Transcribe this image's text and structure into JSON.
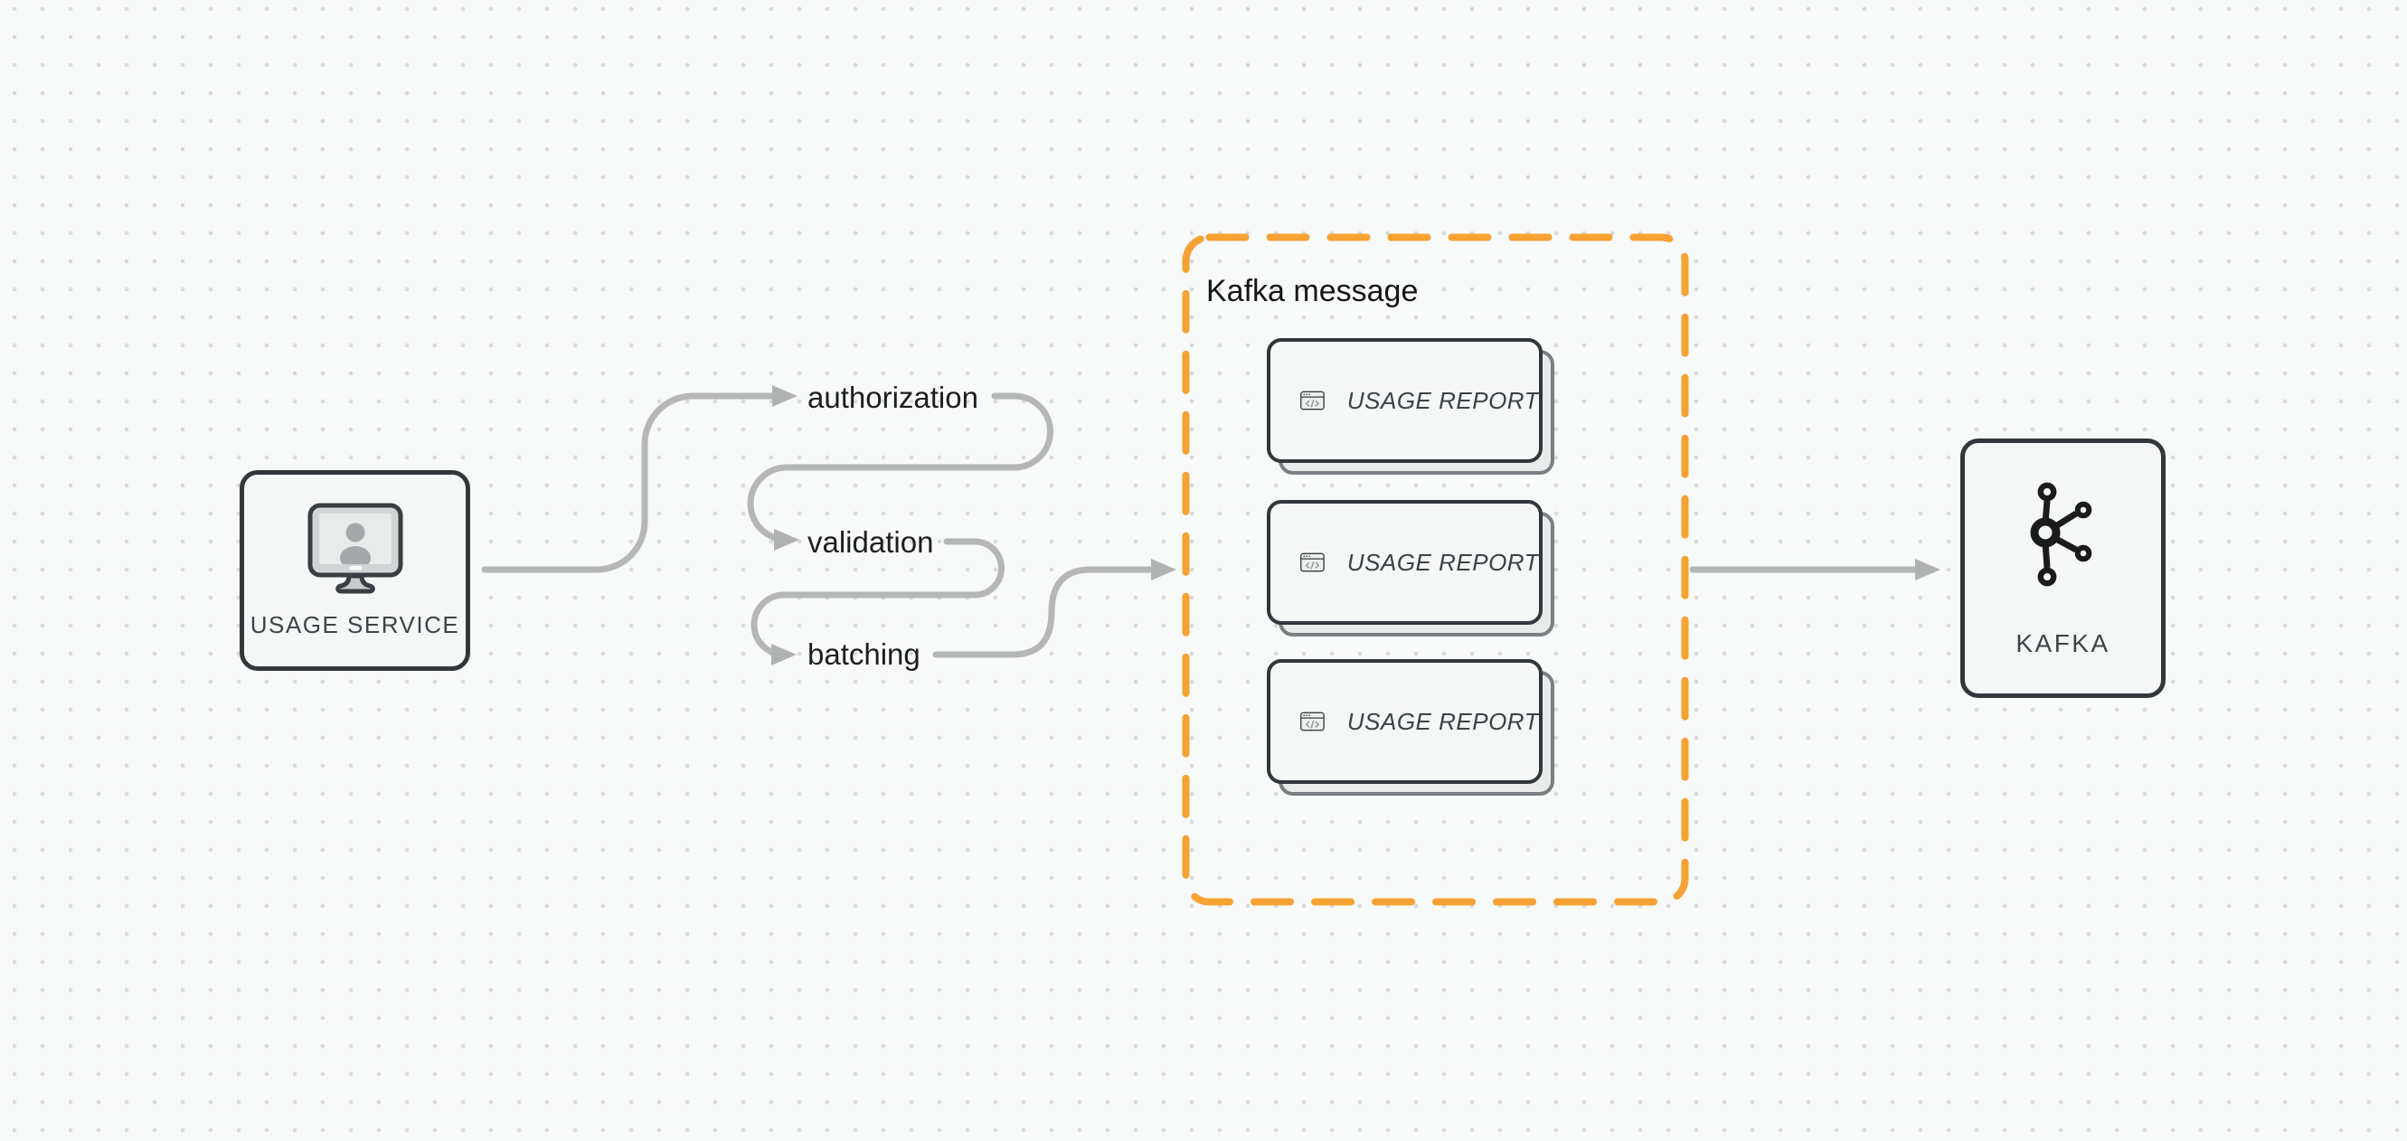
{
  "canvas": {
    "background_color": "#f8f9f9",
    "dot_color": "#d8dada",
    "connector_color": "#b5b6b6"
  },
  "usage_service": {
    "label": "USAGE SERVICE",
    "icon": "monitor-user-icon"
  },
  "flow_steps": [
    {
      "label": "authorization"
    },
    {
      "label": "validation"
    },
    {
      "label": "batching"
    }
  ],
  "kafka_message": {
    "title": "Kafka message",
    "border_color": "#F6A233",
    "cards": [
      {
        "label": "USAGE REPORT",
        "icon": "code-window-icon"
      },
      {
        "label": "USAGE REPORT",
        "icon": "code-window-icon"
      },
      {
        "label": "USAGE REPORT",
        "icon": "code-window-icon"
      }
    ]
  },
  "kafka": {
    "label": "KAFKA",
    "icon": "kafka-logo-icon"
  },
  "colors": {
    "node_border": "#33373b",
    "node_fill": "#f5f6f6",
    "step_text": "#1c1e21",
    "node_label_text": "#3e4347",
    "card_shadow_fill": "#e9eaea",
    "card_shadow_border": "#7b7f83"
  }
}
